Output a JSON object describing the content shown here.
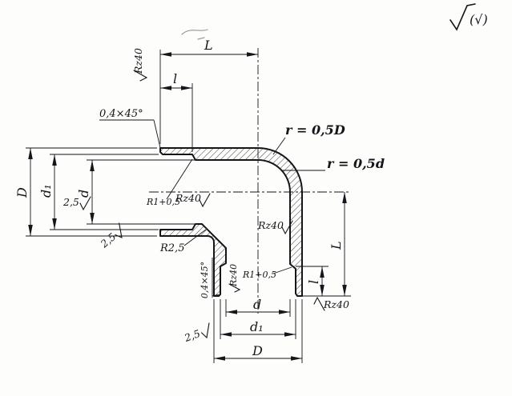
{
  "dims": {
    "L": "L",
    "l": "l",
    "D": "D",
    "d1": "d₁",
    "d": "d"
  },
  "notes": {
    "chamfer": "0,4×45°",
    "outer_radius": "r = 0,5D",
    "inner_radius": "r = 0,5d",
    "socket_fillet": "R1+0,5",
    "corner_fillet": "R2,5"
  },
  "roughness": {
    "rz40": "Rz40",
    "ra25": "2,5"
  },
  "general": {
    "equal_mark": "(√)"
  }
}
